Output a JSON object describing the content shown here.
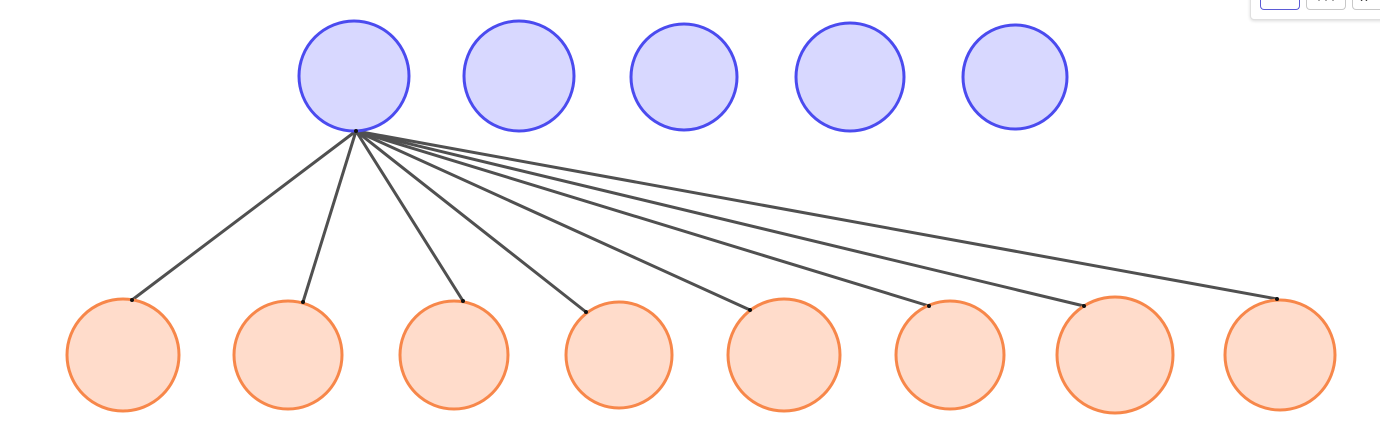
{
  "diagram": {
    "top_node_count": 5,
    "bottom_node_count": 8,
    "connections": [
      {
        "from": "top-0",
        "to": "bottom-0"
      },
      {
        "from": "top-0",
        "to": "bottom-1"
      },
      {
        "from": "top-0",
        "to": "bottom-2"
      },
      {
        "from": "top-0",
        "to": "bottom-3"
      },
      {
        "from": "top-0",
        "to": "bottom-4"
      },
      {
        "from": "top-0",
        "to": "bottom-5"
      },
      {
        "from": "top-0",
        "to": "bottom-6"
      },
      {
        "from": "top-0",
        "to": "bottom-7"
      }
    ]
  },
  "colors": {
    "top_fill": "#d8d8ff",
    "top_stroke": "#4b4bef",
    "bottom_fill": "#ffdccb",
    "bottom_stroke": "#f7874a",
    "edge": "#505050",
    "endpoint": "#111111"
  },
  "toolbar": {
    "buttons": [
      "select-tool-icon",
      "grid-tool-icon",
      "snap-tool-icon"
    ]
  }
}
